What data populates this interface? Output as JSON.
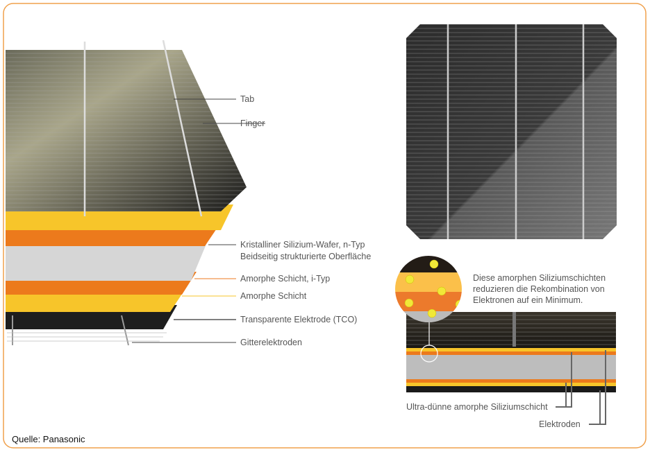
{
  "labels": {
    "tab": "Tab",
    "finger": "Finger",
    "wafer_line1": "Kristalliner Silizium-Wafer, n-Typ",
    "wafer_line2": "Beidseitig strukturierte Oberfläche",
    "amorph_i": "Amorphe Schicht, i-Typ",
    "amorph": "Amorphe Schicht",
    "tco": "Transparente Elektrode (TCO)",
    "grid": "Gitterelektroden",
    "note_line1": "Diese amorphen Siliziumschichten",
    "note_line2": "reduzieren die Rekombination von",
    "note_line3": "Elektronen auf ein Minimum.",
    "ultra_thin": "Ultra-dünne amorphe Siliziumschicht",
    "electrodes": "Elektroden"
  },
  "source": "Quelle: Panasonic",
  "colors": {
    "border": "#f0a04b",
    "yellow": "#f7c52a",
    "orange": "#ec7a1c",
    "wafer": "#d4d4d4",
    "dark": "#1e1e1e"
  }
}
